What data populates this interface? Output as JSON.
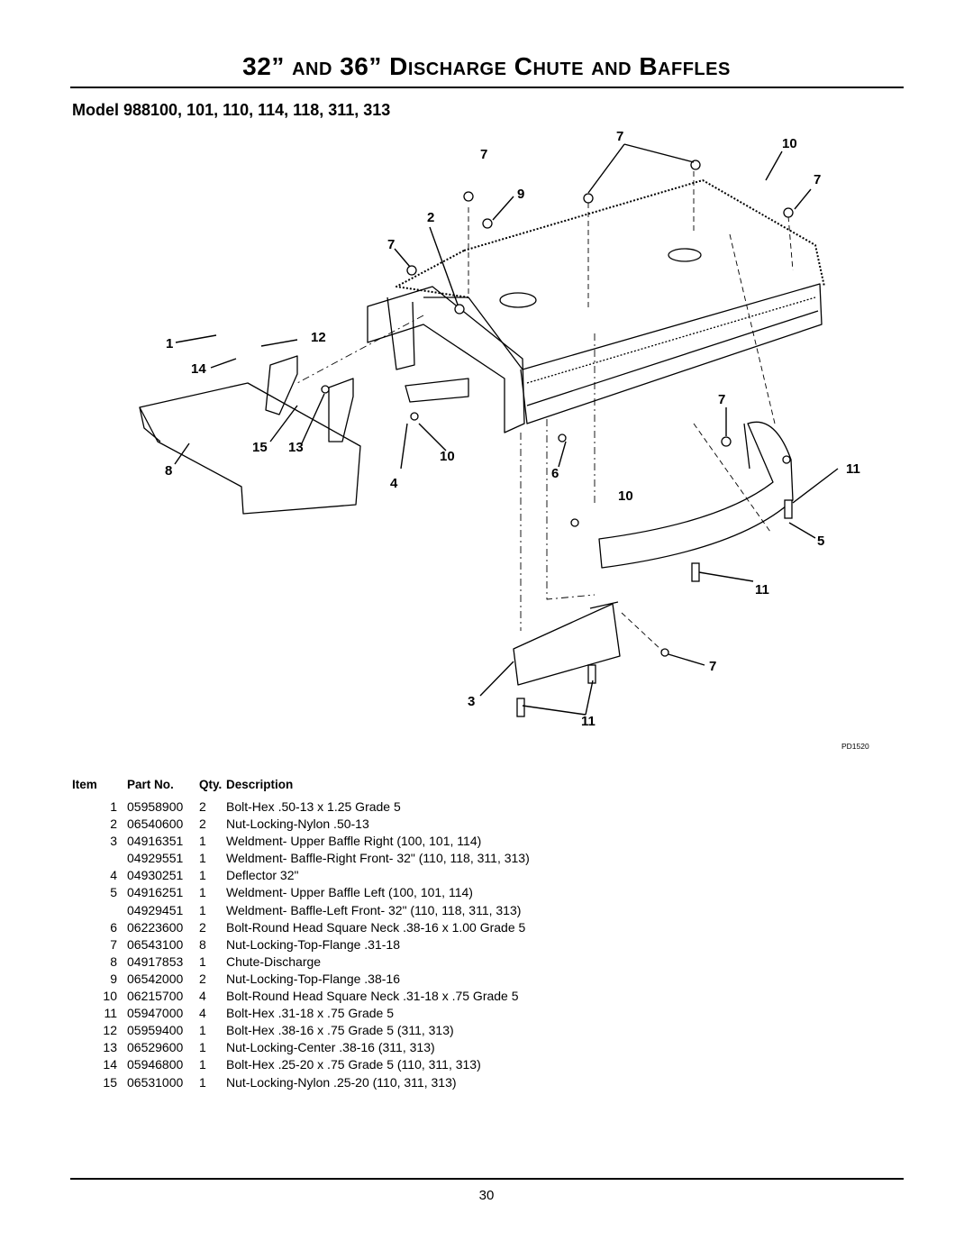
{
  "header": {
    "title_parts": [
      {
        "text": "32” ",
        "small": false
      },
      {
        "text": "AND",
        "small": true
      },
      {
        "text": " 36” D",
        "small": false
      },
      {
        "text": "ISCHARGE",
        "small": true
      },
      {
        "text": " C",
        "small": false
      },
      {
        "text": "HUTE",
        "small": true
      },
      {
        "text": " ",
        "small": false
      },
      {
        "text": "AND",
        "small": true
      },
      {
        "text": " B",
        "small": false
      },
      {
        "text": "AFFLES",
        "small": true
      }
    ],
    "model": "Model 988100, 101, 110, 114, 118, 311, 313"
  },
  "diagram": {
    "callouts": {
      "c7a": "7",
      "c10a": "10",
      "c7b": "7",
      "c7c": "7",
      "c9": "9",
      "c2": "2",
      "c7d": "7",
      "c1": "1",
      "c12": "12",
      "c14": "14",
      "c15": "15",
      "c13": "13",
      "c8": "8",
      "c4": "4",
      "c10b": "10",
      "c6": "6",
      "c7e": "7",
      "c11a": "11",
      "c10c": "10",
      "c5": "5",
      "c11b": "11",
      "c7f": "7",
      "c3": "3",
      "c11c": "11"
    },
    "drawing_code": "PD1520"
  },
  "parts_table": {
    "headers": {
      "item": "Item",
      "part": "Part No.",
      "qty": "Qty.",
      "desc": "Description"
    },
    "rows": [
      {
        "item": "1",
        "part": "05958900",
        "qty": "2",
        "desc": "Bolt-Hex .50-13 x 1.25 Grade 5"
      },
      {
        "item": "2",
        "part": "06540600",
        "qty": "2",
        "desc": "Nut-Locking-Nylon .50-13"
      },
      {
        "item": "3",
        "part": "04916351",
        "qty": "1",
        "desc": "Weldment- Upper Baffle Right (100, 101, 114)"
      },
      {
        "item": "",
        "part": "04929551",
        "qty": "1",
        "desc": "Weldment- Baffle-Right Front- 32\" (110, 118, 311, 313)"
      },
      {
        "item": "4",
        "part": "04930251",
        "qty": "1",
        "desc": "Deflector 32\""
      },
      {
        "item": "5",
        "part": "04916251",
        "qty": "1",
        "desc": "Weldment- Upper Baffle Left (100, 101, 114)"
      },
      {
        "item": "",
        "part": "04929451",
        "qty": "1",
        "desc": "Weldment- Baffle-Left Front- 32\" (110, 118, 311, 313)"
      },
      {
        "item": "6",
        "part": "06223600",
        "qty": "2",
        "desc": "Bolt-Round Head Square Neck .38-16 x 1.00 Grade 5"
      },
      {
        "item": "7",
        "part": "06543100",
        "qty": "8",
        "desc": "Nut-Locking-Top-Flange .31-18"
      },
      {
        "item": "8",
        "part": "04917853",
        "qty": "1",
        "desc": "Chute-Discharge"
      },
      {
        "item": "9",
        "part": "06542000",
        "qty": "2",
        "desc": "Nut-Locking-Top-Flange .38-16"
      },
      {
        "item": "10",
        "part": "06215700",
        "qty": "4",
        "desc": "Bolt-Round Head Square Neck .31-18 x .75 Grade 5"
      },
      {
        "item": "11",
        "part": "05947000",
        "qty": "4",
        "desc": "Bolt-Hex .31-18  x .75 Grade 5"
      },
      {
        "item": "12",
        "part": "05959400",
        "qty": "1",
        "desc": "Bolt-Hex .38-16 x .75 Grade 5 (311, 313)"
      },
      {
        "item": "13",
        "part": "06529600",
        "qty": "1",
        "desc": "Nut-Locking-Center .38-16 (311, 313)"
      },
      {
        "item": "14",
        "part": "05946800",
        "qty": "1",
        "desc": "Bolt-Hex .25-20  x .75 Grade 5 (110, 311, 313)"
      },
      {
        "item": "15",
        "part": "06531000",
        "qty": "1",
        "desc": "Nut-Locking-Nylon .25-20 (110, 311, 313)"
      }
    ]
  },
  "footer": {
    "page_number": "30"
  }
}
